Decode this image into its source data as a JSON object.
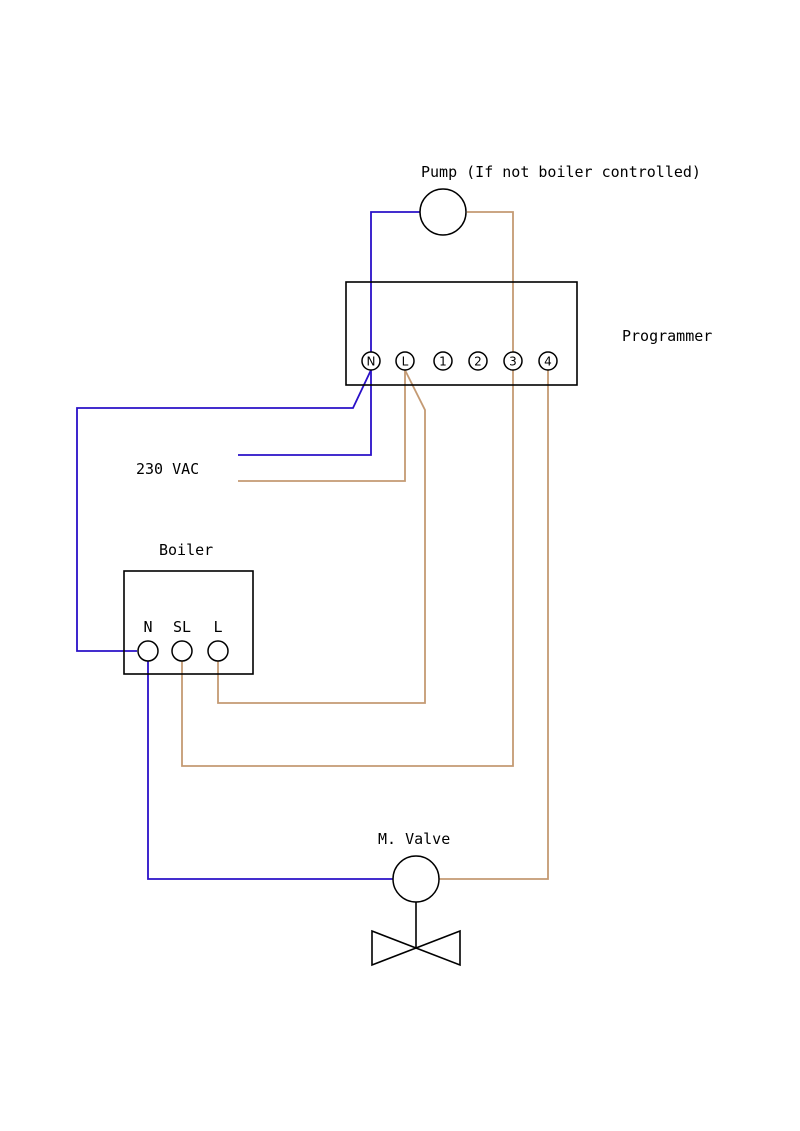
{
  "colors": {
    "neutral_wire": "#2a10c8",
    "live_wire": "#c49a73",
    "outline": "#000000"
  },
  "labels": {
    "pump": "Pump (If not boiler controlled)",
    "programmer": "Programmer",
    "supply": "230 VAC",
    "boiler": "Boiler",
    "valve": "M. Valve"
  },
  "programmer_terminals": [
    "N",
    "L",
    "1",
    "2",
    "3",
    "4"
  ],
  "boiler_terminals": [
    "N",
    "SL",
    "L"
  ]
}
